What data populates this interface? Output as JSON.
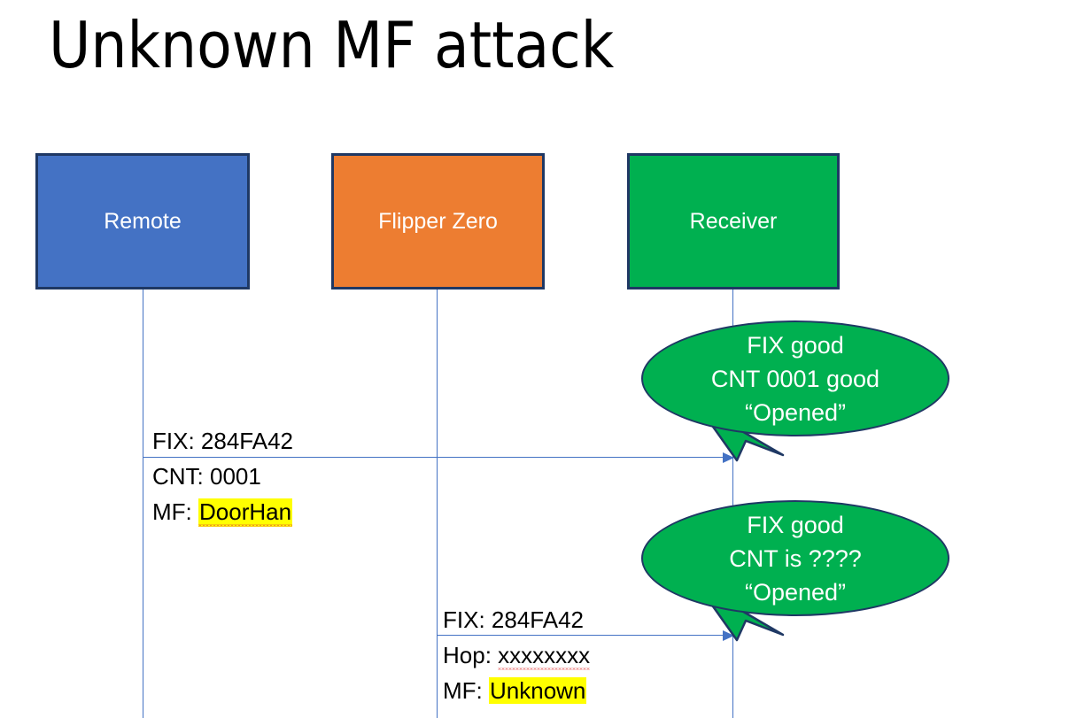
{
  "slide": {
    "title": "Unknown MF attack",
    "background_color": "#FFFFFF"
  },
  "colors": {
    "remote_fill": "#4472C4",
    "flipper_fill": "#ED7D31",
    "receiver_fill": "#00B050",
    "box_border": "#1F3864",
    "lifeline": "#4472C4",
    "highlight": "#FFFF00",
    "spellcheck_underline": "#E03030",
    "box_label": "#FFFFFF",
    "body_text": "#000000"
  },
  "actors": [
    {
      "id": "remote",
      "label": "Remote"
    },
    {
      "id": "flipper",
      "label": "Flipper Zero"
    },
    {
      "id": "receiver",
      "label": "Receiver"
    }
  ],
  "messages": [
    {
      "id": "msg-1",
      "from": "remote",
      "to": "receiver",
      "line1": "FIX: 284FA42",
      "line2": "CNT: 0001",
      "line3_prefix": "MF: ",
      "line3_value": "DoorHan"
    },
    {
      "id": "msg-2",
      "from": "flipper",
      "to": "receiver",
      "line1": "FIX: 284FA42",
      "line2_prefix": "Hop: ",
      "line2_value": "xxxxxxxx",
      "line3_prefix": "MF: ",
      "line3_value": "Unknown"
    }
  ],
  "callouts": [
    {
      "id": "callout-1",
      "line1": "FIX good",
      "line2": "CNT 0001 good",
      "line3": "“Opened”"
    },
    {
      "id": "callout-2",
      "line1": "FIX good",
      "line2": "CNT is ????",
      "line3": "“Opened”"
    }
  ]
}
